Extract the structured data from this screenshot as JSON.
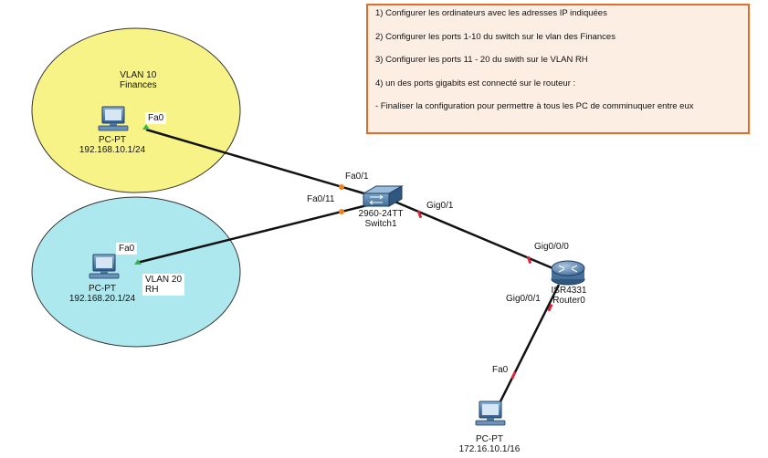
{
  "colors": {
    "vlan10_fill": "#f7f386",
    "vlan20_fill": "#aee8ef",
    "link": "#111111",
    "port_up": "#39b54a",
    "port_orange": "#f0821e",
    "port_down": "#d9263a",
    "note_border": "#e26d2b",
    "note_bg": "#fdeee4"
  },
  "instructions": [
    "1) Configurer les ordinateurs avec les adresses IP indiquées",
    "2) Configurer les ports 1-10 du switch sur le vlan des Finances",
    "3) Configurer les ports 11 - 20 du swith sur le VLAN RH",
    "4) un des ports gigabits est connecté sur le routeur :",
    "- Finaliser la configuration pour permettre à tous les PC de comminuquer entre eux"
  ],
  "vlan10": {
    "name": "VLAN 10",
    "desc": "Finances"
  },
  "vlan20": {
    "name": "VLAN 20",
    "desc": "RH"
  },
  "pc1": {
    "model": "PC-PT",
    "ip": "192.168.10.1/24",
    "port": "Fa0",
    "icon": "computer-icon"
  },
  "pc2": {
    "model": "PC-PT",
    "ip": "192.168.20.1/24",
    "port": "Fa0",
    "icon": "computer-icon"
  },
  "pc3": {
    "model": "PC-PT",
    "ip": "172.16.10.1/16",
    "port": "Fa0",
    "icon": "computer-icon"
  },
  "switch": {
    "model": "2960-24TT",
    "name": "Switch1",
    "port_a": "Fa0/1",
    "port_b": "Fa0/11",
    "uplink": "Gig0/1",
    "icon": "switch-icon"
  },
  "router": {
    "model": "ISR4331",
    "name": "Router0",
    "port_a": "Gig0/0/0",
    "port_b": "Gig0/0/1",
    "icon": "router-icon"
  }
}
